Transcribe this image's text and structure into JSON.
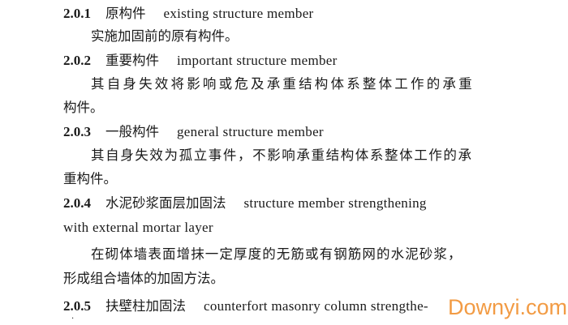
{
  "entries": [
    {
      "num": "2.0.1",
      "term": "原构件",
      "en": "existing structure member",
      "definition": [
        "实施加固前的原有构件。"
      ]
    },
    {
      "num": "2.0.2",
      "term": "重要构件",
      "en": "important structure member",
      "definition": [
        "其自身失效将影响或危及承重结构体系整体工作的承重",
        "构件。"
      ]
    },
    {
      "num": "2.0.3",
      "term": "一般构件",
      "en": "general structure member",
      "definition": [
        "其自身失效为孤立事件，不影响承重结构体系整体工作的承",
        "重构件。"
      ]
    },
    {
      "num": "2.0.4",
      "term": "水泥砂浆面层加固法",
      "en": "structure member strengthening",
      "en_cont": "with external mortar layer",
      "definition": [
        "在砌体墙表面增抹一定厚度的无筋或有钢筋网的水泥砂浆，",
        "形成组合墙体的加固方法。"
      ]
    },
    {
      "num": "2.0.5",
      "term": "扶壁柱加固法",
      "en": "counterfort masonry column strengthe-"
    }
  ],
  "watermark": "Downyi.com"
}
